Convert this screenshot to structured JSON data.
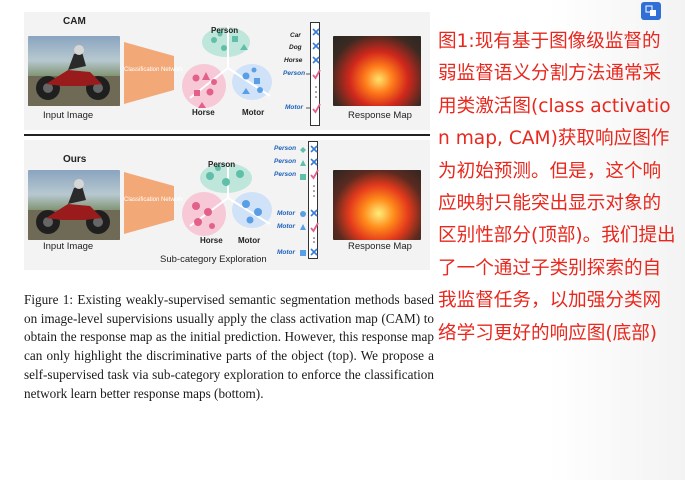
{
  "figure": {
    "top": {
      "title": "CAM",
      "input_label": "Input Image",
      "network_label": "Classification Network",
      "cluster_labels": [
        "Person",
        "Horse",
        "Motor"
      ],
      "class_list": [
        "Car",
        "Dog",
        "Horse",
        "Person",
        "Motor"
      ],
      "class_marks": [
        "x",
        "x",
        "x",
        "check",
        "check"
      ],
      "response_label": "Response Map"
    },
    "bottom": {
      "title": "Ours",
      "input_label": "Input Image",
      "network_label": "Classification Network",
      "cluster_labels": [
        "Person",
        "Horse",
        "Motor"
      ],
      "sub_list": [
        "Person",
        "Person",
        "Person",
        "Motor",
        "Motor",
        "Motor"
      ],
      "sub_marks": [
        "x",
        "x",
        "check",
        "x",
        "check",
        "x"
      ],
      "response_label": "Response Map",
      "footer_label": "Sub-category Exploration"
    }
  },
  "caption": "Figure 1: Existing weakly-supervised semantic segmentation methods based on image-level supervisions usually apply the class activation map (CAM) to obtain the response map as the initial prediction. However, this response map can only highlight the discriminative parts of the object (top). We propose a self-supervised task via sub-category exploration to enforce the classification network learn better response maps (bottom).",
  "annotation": "图1:现有基于图像级监督的弱监督语义分割方法通常采用类激活图(class activation map, CAM)获取响应图作为初始预测。但是，这个响应映射只能突出显示对象的区别性部分(顶部)。我们提出了一个通过子类别探索的自我监督任务，以加强分类网络学习更好的响应图(底部)",
  "toolbar": {
    "translate_icon": "translate-icon"
  },
  "colors": {
    "note": "#e8281e",
    "network": "#f2a877",
    "person": "#63c3ab",
    "horse": "#e2608a",
    "motor": "#5a9ee6"
  }
}
